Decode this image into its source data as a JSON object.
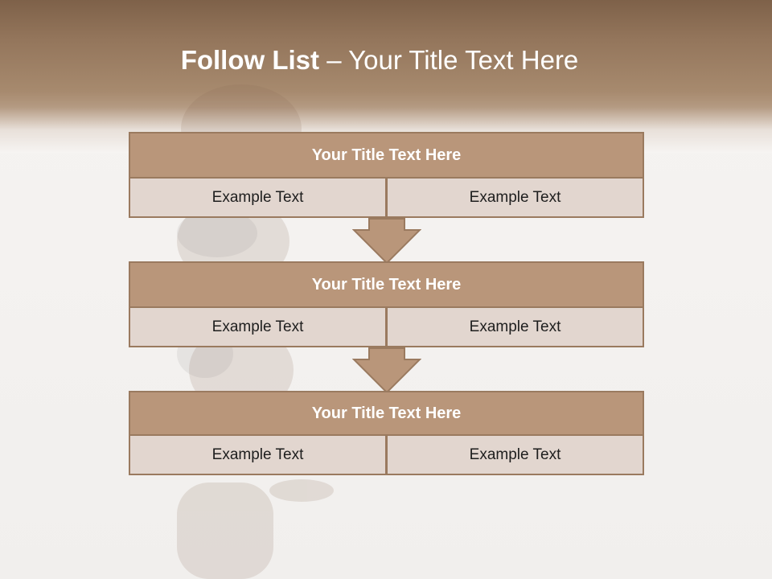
{
  "slide": {
    "title_strong": "Follow List",
    "title_rest": " – Your Title Text Here"
  },
  "blocks": [
    {
      "title": "Your Title Text Here",
      "left_text": "Example Text",
      "right_text": "Example Text"
    },
    {
      "title": "Your Title Text Here",
      "left_text": "Example Text",
      "right_text": "Example Text"
    },
    {
      "title": "Your Title Text Here",
      "left_text": "Example Text",
      "right_text": "Example Text"
    }
  ],
  "colors": {
    "header_band": "#93755b",
    "block_header": "#b9967a",
    "cell_fill": "#e2d6cf",
    "border": "#9a7a5f",
    "arrow_fill": "#b9967a"
  },
  "icons": [
    "down-arrow-icon"
  ]
}
